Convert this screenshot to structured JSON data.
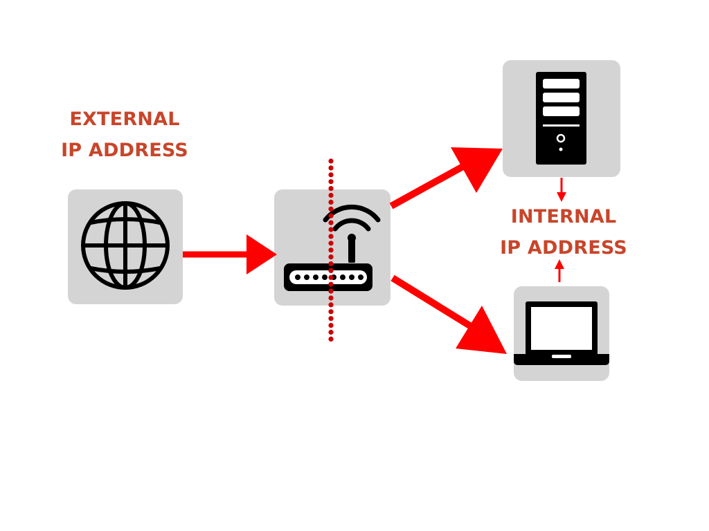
{
  "labels": {
    "external": [
      "EXTERNAL",
      "IP ADDRESS"
    ],
    "internal": [
      "INTERNAL",
      "IP ADDRESS"
    ]
  },
  "colors": {
    "accent_text": "#c8452a",
    "arrow": "#ff0000",
    "divider": "#cc0000",
    "box": "#d4d4d4",
    "icon": "#000000"
  },
  "icons": {
    "internet": "globe-icon",
    "router": "wifi-router-icon",
    "server": "server-tower-icon",
    "computer": "laptop-icon"
  }
}
